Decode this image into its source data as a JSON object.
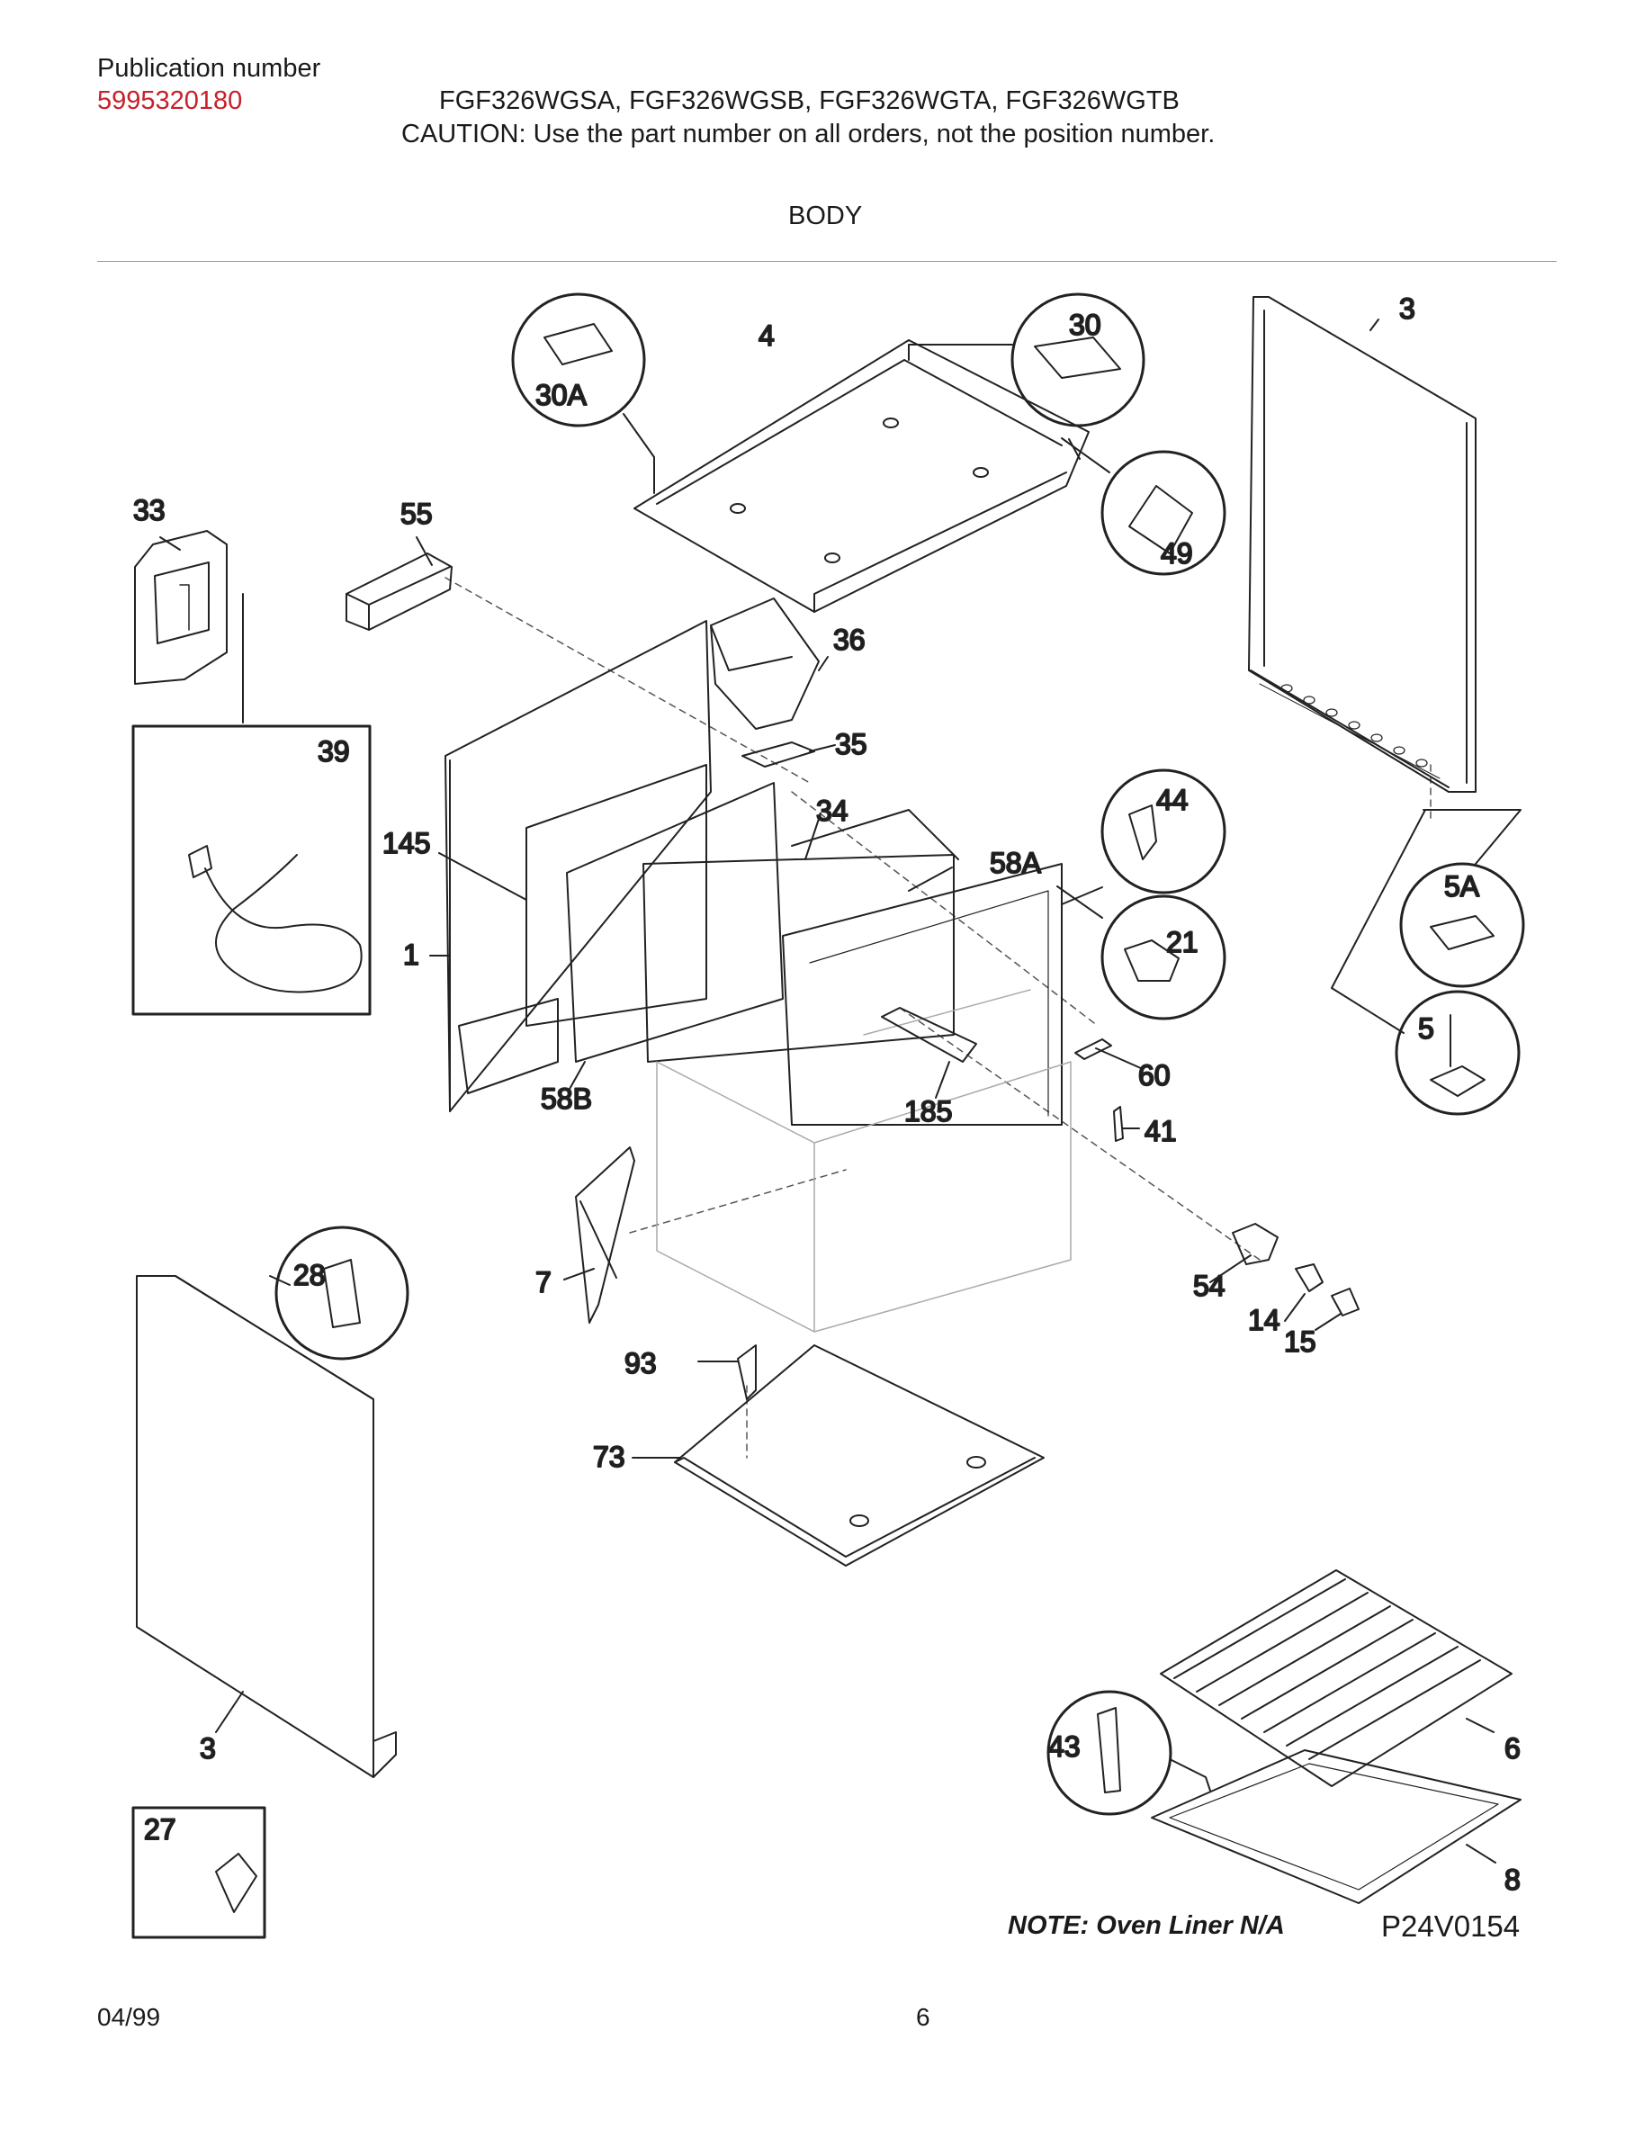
{
  "header": {
    "publication_label": "Publication number",
    "publication_number": "5995320180",
    "models": "FGF326WGSA, FGF326WGSB, FGF326WGTA,  FGF326WGTB",
    "caution": "CAUTION:  Use the part number on all orders, not the position number.",
    "section_title": "BODY"
  },
  "callouts": {
    "c3_top": "3",
    "c4": "4",
    "c30": "30",
    "c30a": "30A",
    "c49": "49",
    "c33": "33",
    "c55": "55",
    "c36": "36",
    "c35": "35",
    "c39": "39",
    "c34": "34",
    "c44": "44",
    "c58a": "58A",
    "c145": "145",
    "c21": "21",
    "c5a": "5A",
    "c1": "1",
    "c5": "5",
    "c58b": "58B",
    "c185": "185",
    "c60": "60",
    "c41": "41",
    "c28": "28",
    "c7": "7",
    "c54": "54",
    "c14": "14",
    "c15": "15",
    "c93": "93",
    "c73": "73",
    "c43": "43",
    "c6": "6",
    "c3_bottom": "3",
    "c27": "27",
    "c8": "8"
  },
  "note": "NOTE: Oven Liner N/A",
  "diagram_code": "P24V0154",
  "footer": {
    "date": "04/99",
    "page": "6"
  }
}
